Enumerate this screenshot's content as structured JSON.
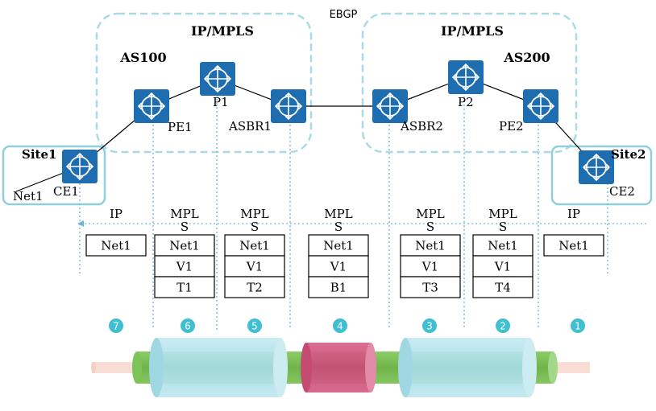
{
  "colors": {
    "router_fill": "#1f6db1",
    "router_border": "#ffffff",
    "as_border": "#a9dbe6",
    "site_border": "#8fcfdc",
    "divider": "#6fb3d6",
    "label_box": "#000000",
    "pipe_inner": "#7cc15a",
    "pipe_outer": "#f7ddd4",
    "pipe_cyan": "#a8dde6",
    "pipe_pink": "#d0587f",
    "step_circle": "#3fbfd0"
  },
  "top_label": "EBGP",
  "domains": [
    {
      "id": "as100",
      "ipmpls": "IP/MPLS",
      "as": "AS100"
    },
    {
      "id": "as200",
      "ipmpls": "IP/MPLS",
      "as": "AS200"
    }
  ],
  "sites": [
    {
      "id": "site1",
      "label": "Site1"
    },
    {
      "id": "site2",
      "label": "Site2"
    }
  ],
  "routers": [
    {
      "id": "ce1",
      "label": "CE1"
    },
    {
      "id": "pe1",
      "label": "PE1"
    },
    {
      "id": "p1",
      "label": "P1"
    },
    {
      "id": "asbr1",
      "label": "ASBR1"
    },
    {
      "id": "asbr2",
      "label": "ASBR2"
    },
    {
      "id": "p2",
      "label": "P2"
    },
    {
      "id": "pe2",
      "label": "PE2"
    },
    {
      "id": "ce2",
      "label": "CE2"
    }
  ],
  "net_label": "Net1",
  "segments": [
    {
      "header": "IP",
      "stack": [
        "Net1"
      ]
    },
    {
      "header": "MPLS",
      "stack": [
        "Net1",
        "V1",
        "T1"
      ]
    },
    {
      "header": "MPLS",
      "stack": [
        "Net1",
        "V1",
        "T2"
      ]
    },
    {
      "header": "MPLS",
      "stack": [
        "Net1",
        "V1",
        "B1"
      ]
    },
    {
      "header": "MPLS",
      "stack": [
        "Net1",
        "V1",
        "T3"
      ]
    },
    {
      "header": "MPLS",
      "stack": [
        "Net1",
        "V1",
        "T4"
      ]
    },
    {
      "header": "IP",
      "stack": [
        "Net1"
      ]
    }
  ],
  "steps": [
    "7",
    "6",
    "5",
    "4",
    "3",
    "2",
    "1"
  ]
}
